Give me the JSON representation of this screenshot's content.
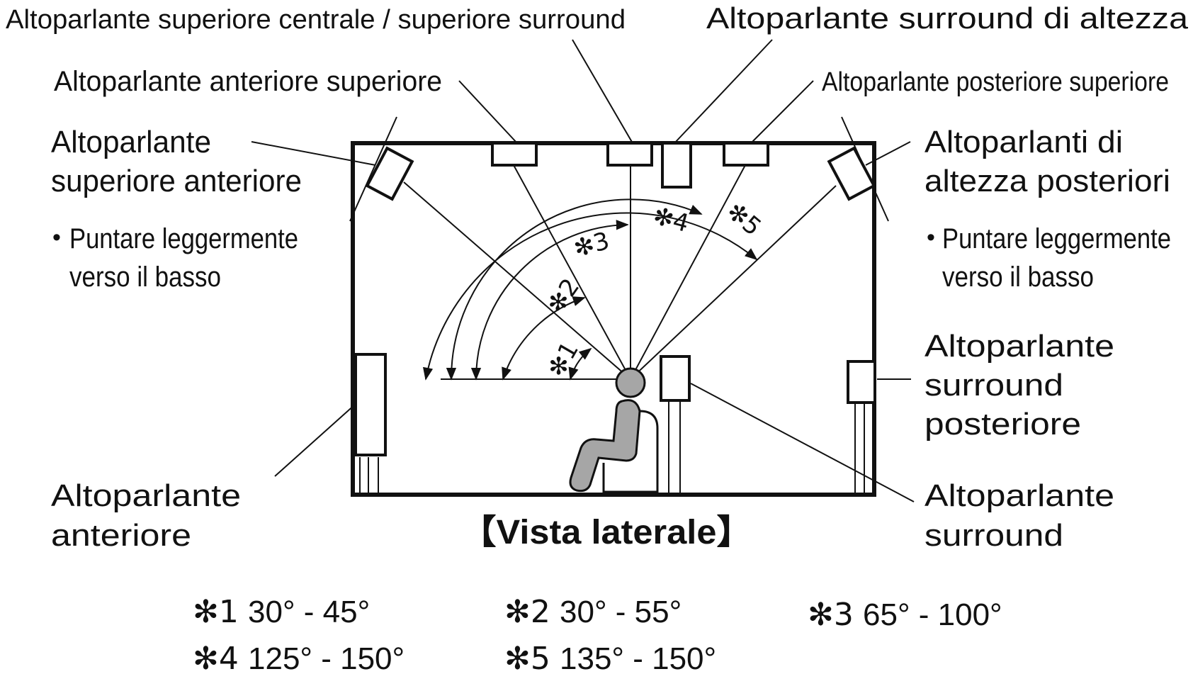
{
  "labels": {
    "top_middle_surround_top": "Altoparlante superiore centrale / superiore surround",
    "surround_height": "Altoparlante surround di altezza",
    "front_top": "Altoparlante anteriore superiore",
    "rear_top": "Altoparlante posteriore superiore",
    "front_height_line1": "Altoparlante",
    "front_height_line2": "superiore anteriore",
    "front_height_note_line1": "Puntare leggermente",
    "front_height_note_line2": "verso il basso",
    "rear_height_line1": "Altoparlanti di",
    "rear_height_line2": "altezza posteriori",
    "rear_height_note_line1": "Puntare leggermente",
    "rear_height_note_line2": "verso il basso",
    "surround_back_line1": "Altoparlante",
    "surround_back_line2": "surround",
    "surround_back_line3": "posteriore",
    "surround_line1": "Altoparlante",
    "surround_line2": "surround",
    "front_line1": "Altoparlante",
    "front_line2": "anteriore"
  },
  "view_title": "【Vista laterale】",
  "bullet": "•",
  "angle_marks": [
    "✻1",
    "✻2",
    "✻3",
    "✻4",
    "✻5"
  ],
  "angle_legend": [
    {
      "mark": "✻1",
      "range": "30° - 45°"
    },
    {
      "mark": "✻2",
      "range": "30° - 55°"
    },
    {
      "mark": "✻3",
      "range": "65° - 100°"
    },
    {
      "mark": "✻4",
      "range": "125° - 150°"
    },
    {
      "mark": "✻5",
      "range": "135° - 150°"
    }
  ],
  "colors": {
    "line": "#111111",
    "listener": "#a6a6a6",
    "background": "#ffffff"
  }
}
